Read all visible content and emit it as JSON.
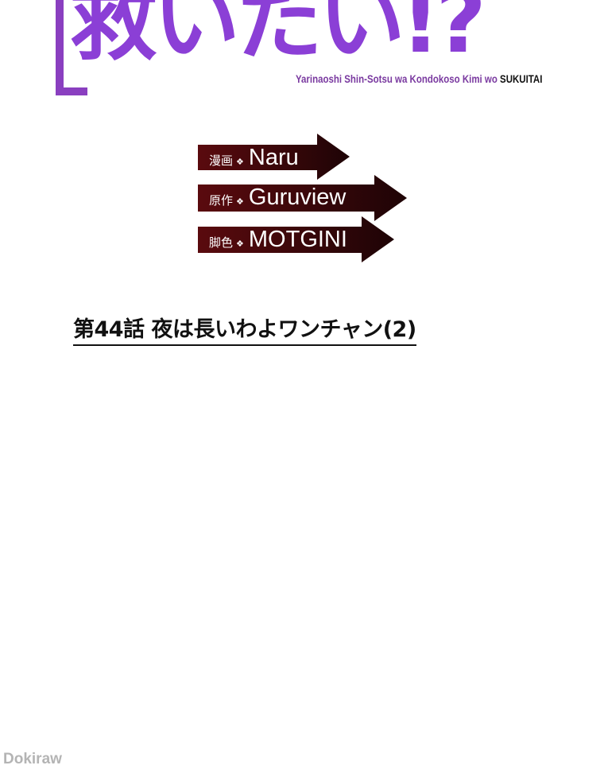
{
  "logo": {
    "main": "救いたい!?",
    "subtitle_prefix": "Yarinaoshi Shin-Sotsu wa Kondokoso Kimi wo ",
    "subtitle_end": "SUKUITAI"
  },
  "credits": [
    {
      "role": "漫画",
      "name": "Naru"
    },
    {
      "role": "原作",
      "name": "Guruview"
    },
    {
      "role": "脚色",
      "name": "MOTGINI"
    }
  ],
  "separator": "❖",
  "chapter_title": "第44話 夜は長いわよワンチャン(2)",
  "watermark": "Dokiraw",
  "colors": {
    "logo_purple": "#8b3fd6",
    "arrow_red": "#5a0a0e",
    "arrow_dark": "#1e0406"
  }
}
